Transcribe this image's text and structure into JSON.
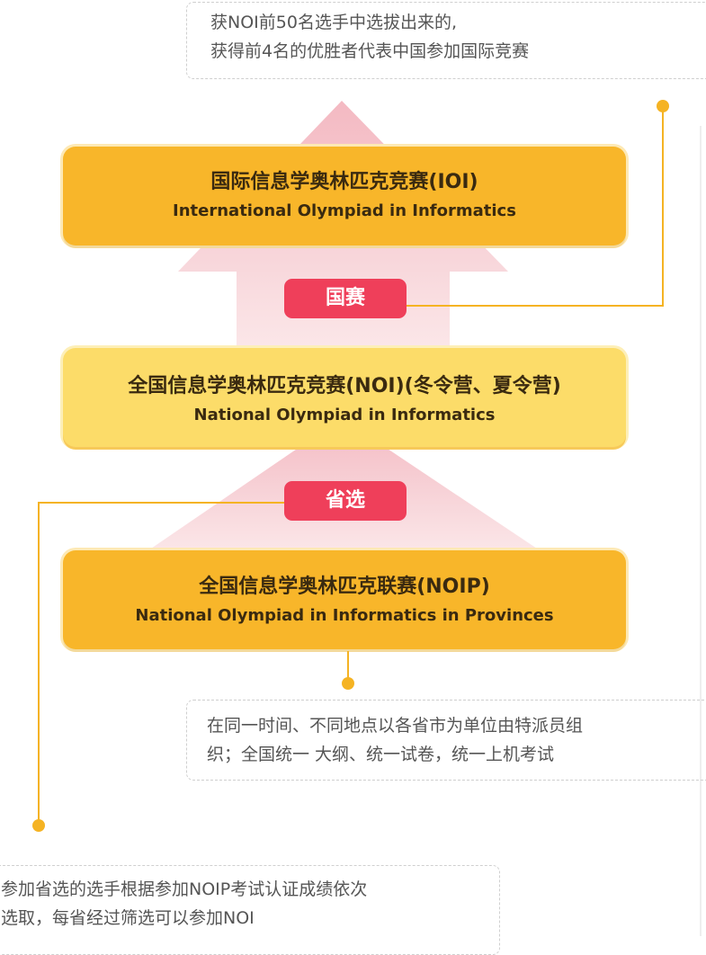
{
  "notes": {
    "ioi_note": {
      "line1": "获NOI前50名选手中选拔出来的,",
      "line2": "获得前4名的优胜者代表中国参加国际竞赛"
    },
    "noip_note": {
      "line1": "在同一时间、不同地点以各省市为单位由特派员组",
      "line2": "织；全国统一 大纲、统一试卷，统一上机考试"
    },
    "provincial_note": {
      "line1": "参加省选的选手根据参加NOIP考试认证成绩依次",
      "line2": "选取，每省经过筛选可以参加NOI"
    }
  },
  "levels": {
    "ioi": {
      "title_zh": "国际信息学奥林匹克竞赛(IOI)",
      "title_en": "International Olympiad in Informatics"
    },
    "noi": {
      "title_zh": "全国信息学奥林匹克竞赛(NOI)(冬令营、夏令营)",
      "title_en": "National Olympiad in Informatics"
    },
    "noip": {
      "title_zh": "全国信息学奥林匹克联赛(NOIP)",
      "title_en": "National Olympiad in Informatics in Provinces"
    }
  },
  "stages": {
    "national": "国赛",
    "provincial": "省选"
  },
  "colors": {
    "card_orange": "#f8b62a",
    "card_yellow": "#fcdc69",
    "badge_red": "#ef3f5a",
    "arrow_pink": "#f6c9cf",
    "connector": "#f5b323"
  }
}
